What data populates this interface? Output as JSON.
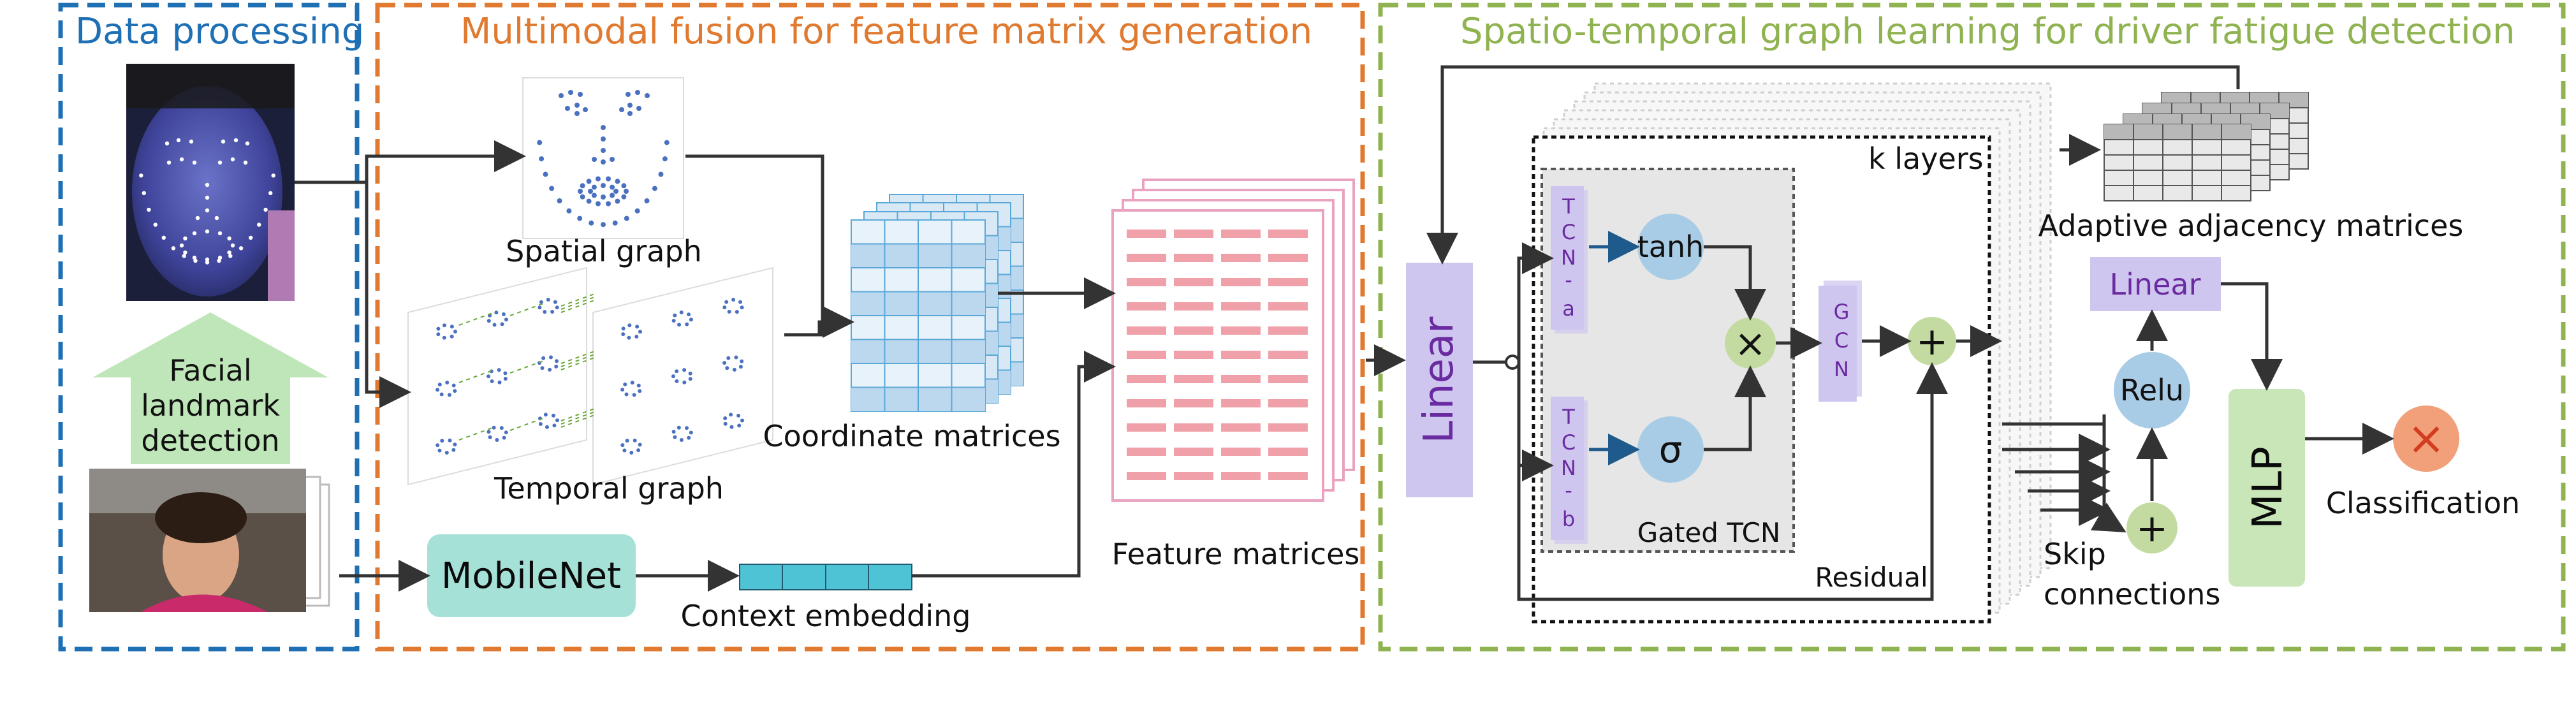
{
  "sections": {
    "data_processing": {
      "title": "Data processing",
      "color": "#1f6fb4"
    },
    "fusion": {
      "title": "Multimodal fusion for feature matrix generation",
      "color": "#e07a30"
    },
    "graph_learning": {
      "title": "Spatio-temporal graph learning for driver fatigue detection",
      "color": "#8fb350"
    }
  },
  "data_processing": {
    "landmark_detection_lines": [
      "Facial",
      "landmark",
      "detection"
    ]
  },
  "fusion": {
    "spatial_graph": "Spatial graph",
    "temporal_graph": "Temporal graph",
    "coordinate_matrices": "Coordinate matrices",
    "feature_matrices": "Feature matrices",
    "mobilenet": "MobileNet",
    "context_embedding": "Context embedding"
  },
  "graph_learning": {
    "linear_main": "Linear",
    "k_layers": "k layers",
    "tcn_a": [
      "T",
      "C",
      "N",
      "-",
      "a"
    ],
    "tcn_b": [
      "T",
      "C",
      "N",
      "-",
      "b"
    ],
    "tanh": "tanh",
    "sigma": "σ",
    "multiply": "×",
    "gcn": [
      "G",
      "C",
      "N"
    ],
    "plus": "+",
    "gated_tcn": "Gated TCN",
    "residual": "Residual",
    "adaptive_adjacency": "Adaptive adjacency matrices",
    "linear_out": "Linear",
    "relu": "Relu",
    "skip_connections_lines": [
      "Skip",
      "connections"
    ],
    "mlp": "MLP",
    "classification": "Classification"
  },
  "colors": {
    "linear_fill": "#cfc6ef",
    "linear_text": "#6a2ba0",
    "mobilenet_fill": "#a6e1d8",
    "context_fill": "#4fc3d6",
    "landmark_arrow_fill": "#bfe6b8",
    "circle_blue": "#a9cce6",
    "circle_green": "#c3dba0",
    "classification_fill": "#f2a07a",
    "classification_symbol": "#d23c1f",
    "mlp_fill": "#c8e6b8",
    "feature_stripe": "#f0a0a8",
    "feature_border": "#e9a3c0",
    "coord_fill": "#cfe3f2"
  },
  "icons": {
    "face_photo": "face-landmark-photo",
    "driver_photo": "driver-video-frames",
    "classification_icon": "cross-circle-icon"
  }
}
